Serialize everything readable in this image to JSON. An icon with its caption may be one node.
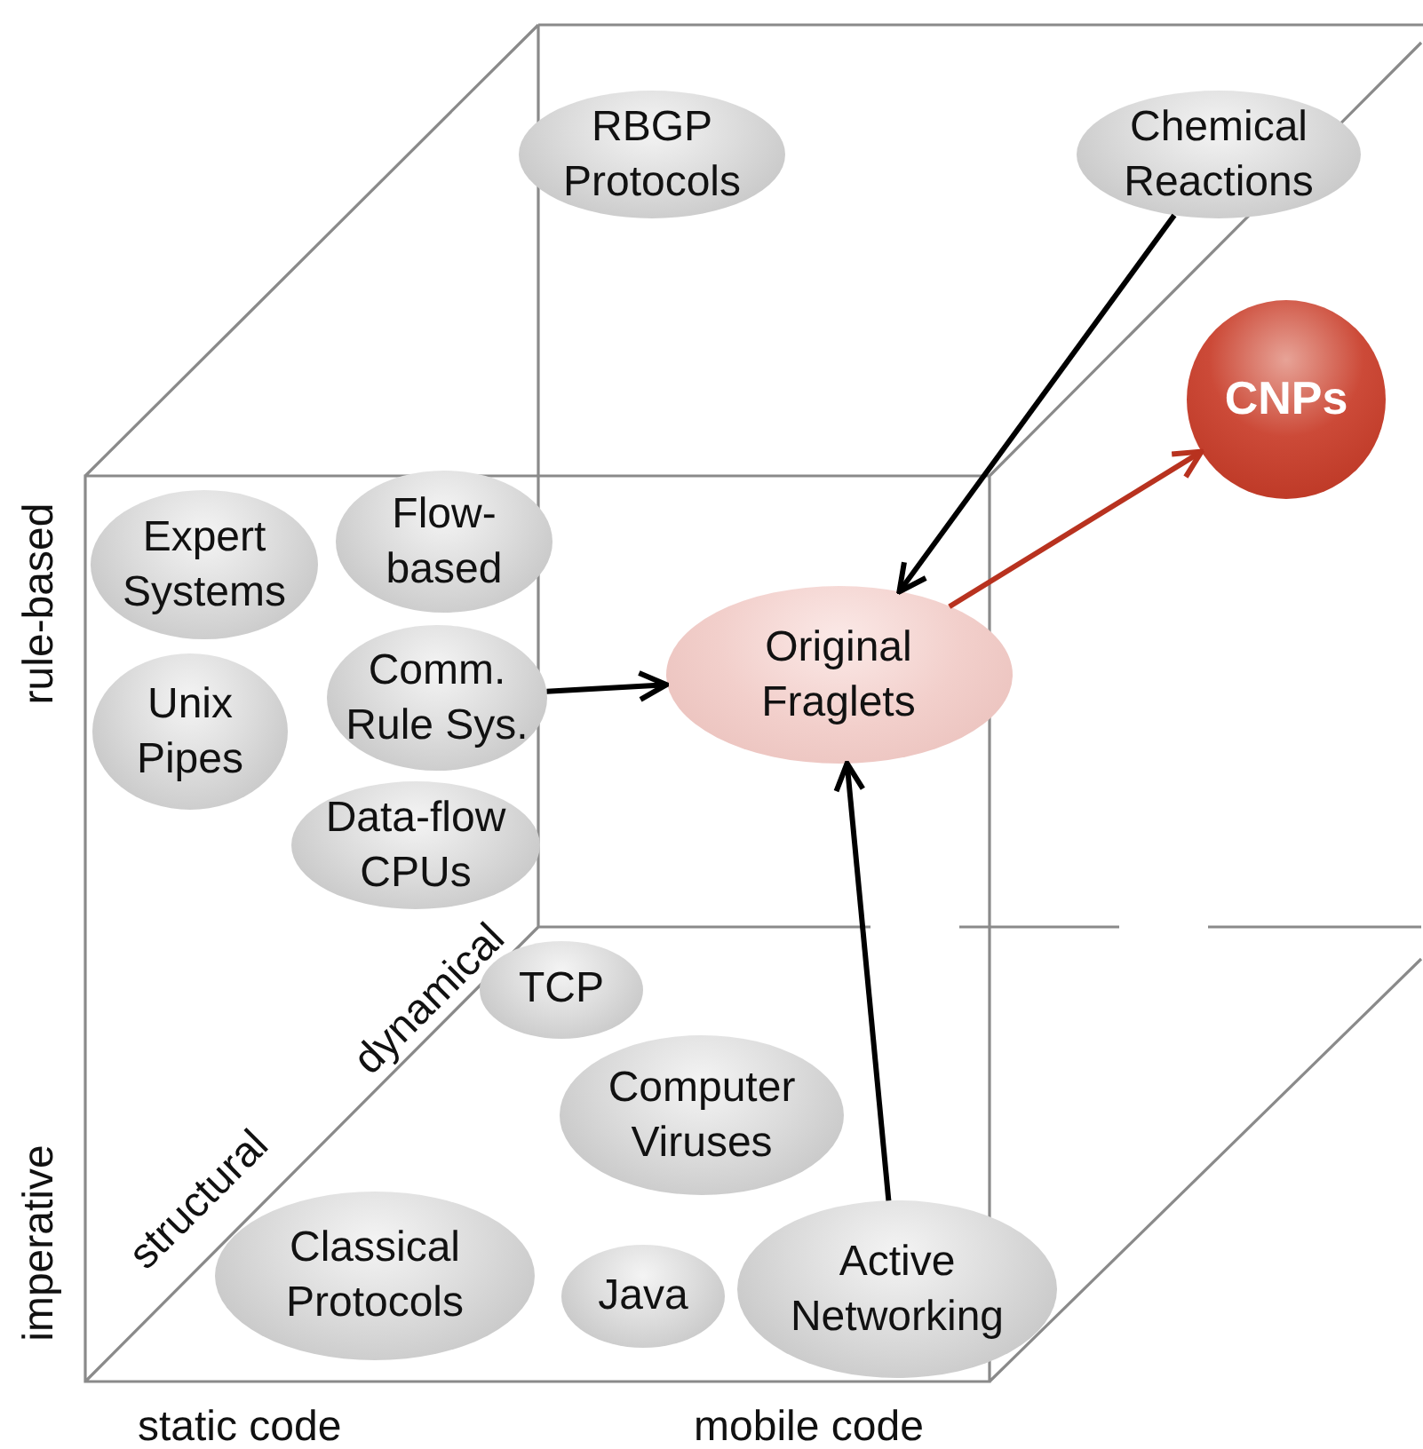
{
  "diagram": {
    "nodes": [
      {
        "text": [
          "RBGP Protocols"
        ]
      },
      {
        "text": [
          "Chemical Reactions"
        ]
      },
      {
        "text": [
          "CNPs"
        ]
      },
      {
        "text": [
          "Flow-based"
        ]
      },
      {
        "text": [
          "Expert Systems"
        ]
      },
      {
        "text": [
          "Comm. Rule Sys."
        ]
      },
      {
        "text": [
          "Original Fraglets"
        ]
      },
      {
        "text": [
          "Unix Pipes"
        ]
      },
      {
        "text": [
          "Data-flow CPUs"
        ]
      },
      {
        "text": [
          "TCP"
        ]
      },
      {
        "text": [
          "Computer Viruses"
        ]
      },
      {
        "text": [
          "Classical Protocols"
        ]
      },
      {
        "text": [
          "Java"
        ]
      },
      {
        "text": [
          "Active Networking"
        ]
      }
    ],
    "edges": [
      {
        "from": 1,
        "to": 6,
        "arrow": "to"
      },
      {
        "from": 5,
        "to": 6,
        "arrow": "to"
      },
      {
        "from": 13,
        "to": 6,
        "arrow": "to"
      },
      {
        "from": 6,
        "to": 2,
        "arrow": "to",
        "color": "#b8321f"
      }
    ],
    "labels": [
      "rule-based",
      "imperative",
      "dynamical",
      "structural",
      "static code",
      "mobile code"
    ]
  }
}
